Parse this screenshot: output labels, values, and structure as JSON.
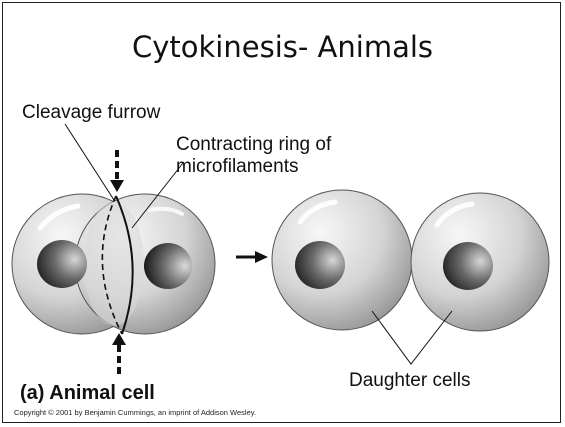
{
  "title": "Cytokinesis- Animals",
  "labels": {
    "cleavage_furrow": "Cleavage furrow",
    "contracting_ring_line1": "Contracting ring of",
    "contracting_ring_line2": "microfilaments",
    "daughter_cells": "Daughter cells",
    "panel": "(a) Animal cell"
  },
  "copyright": "Copyright © 2001 by Benjamin Cummings, an imprint of Addison Wesley.",
  "colors": {
    "cell_light": "#f2f2f2",
    "cell_dark": "#8a8a8a",
    "nucleus_light": "#c8c8c8",
    "nucleus_dark": "#141414",
    "line": "#111111"
  }
}
